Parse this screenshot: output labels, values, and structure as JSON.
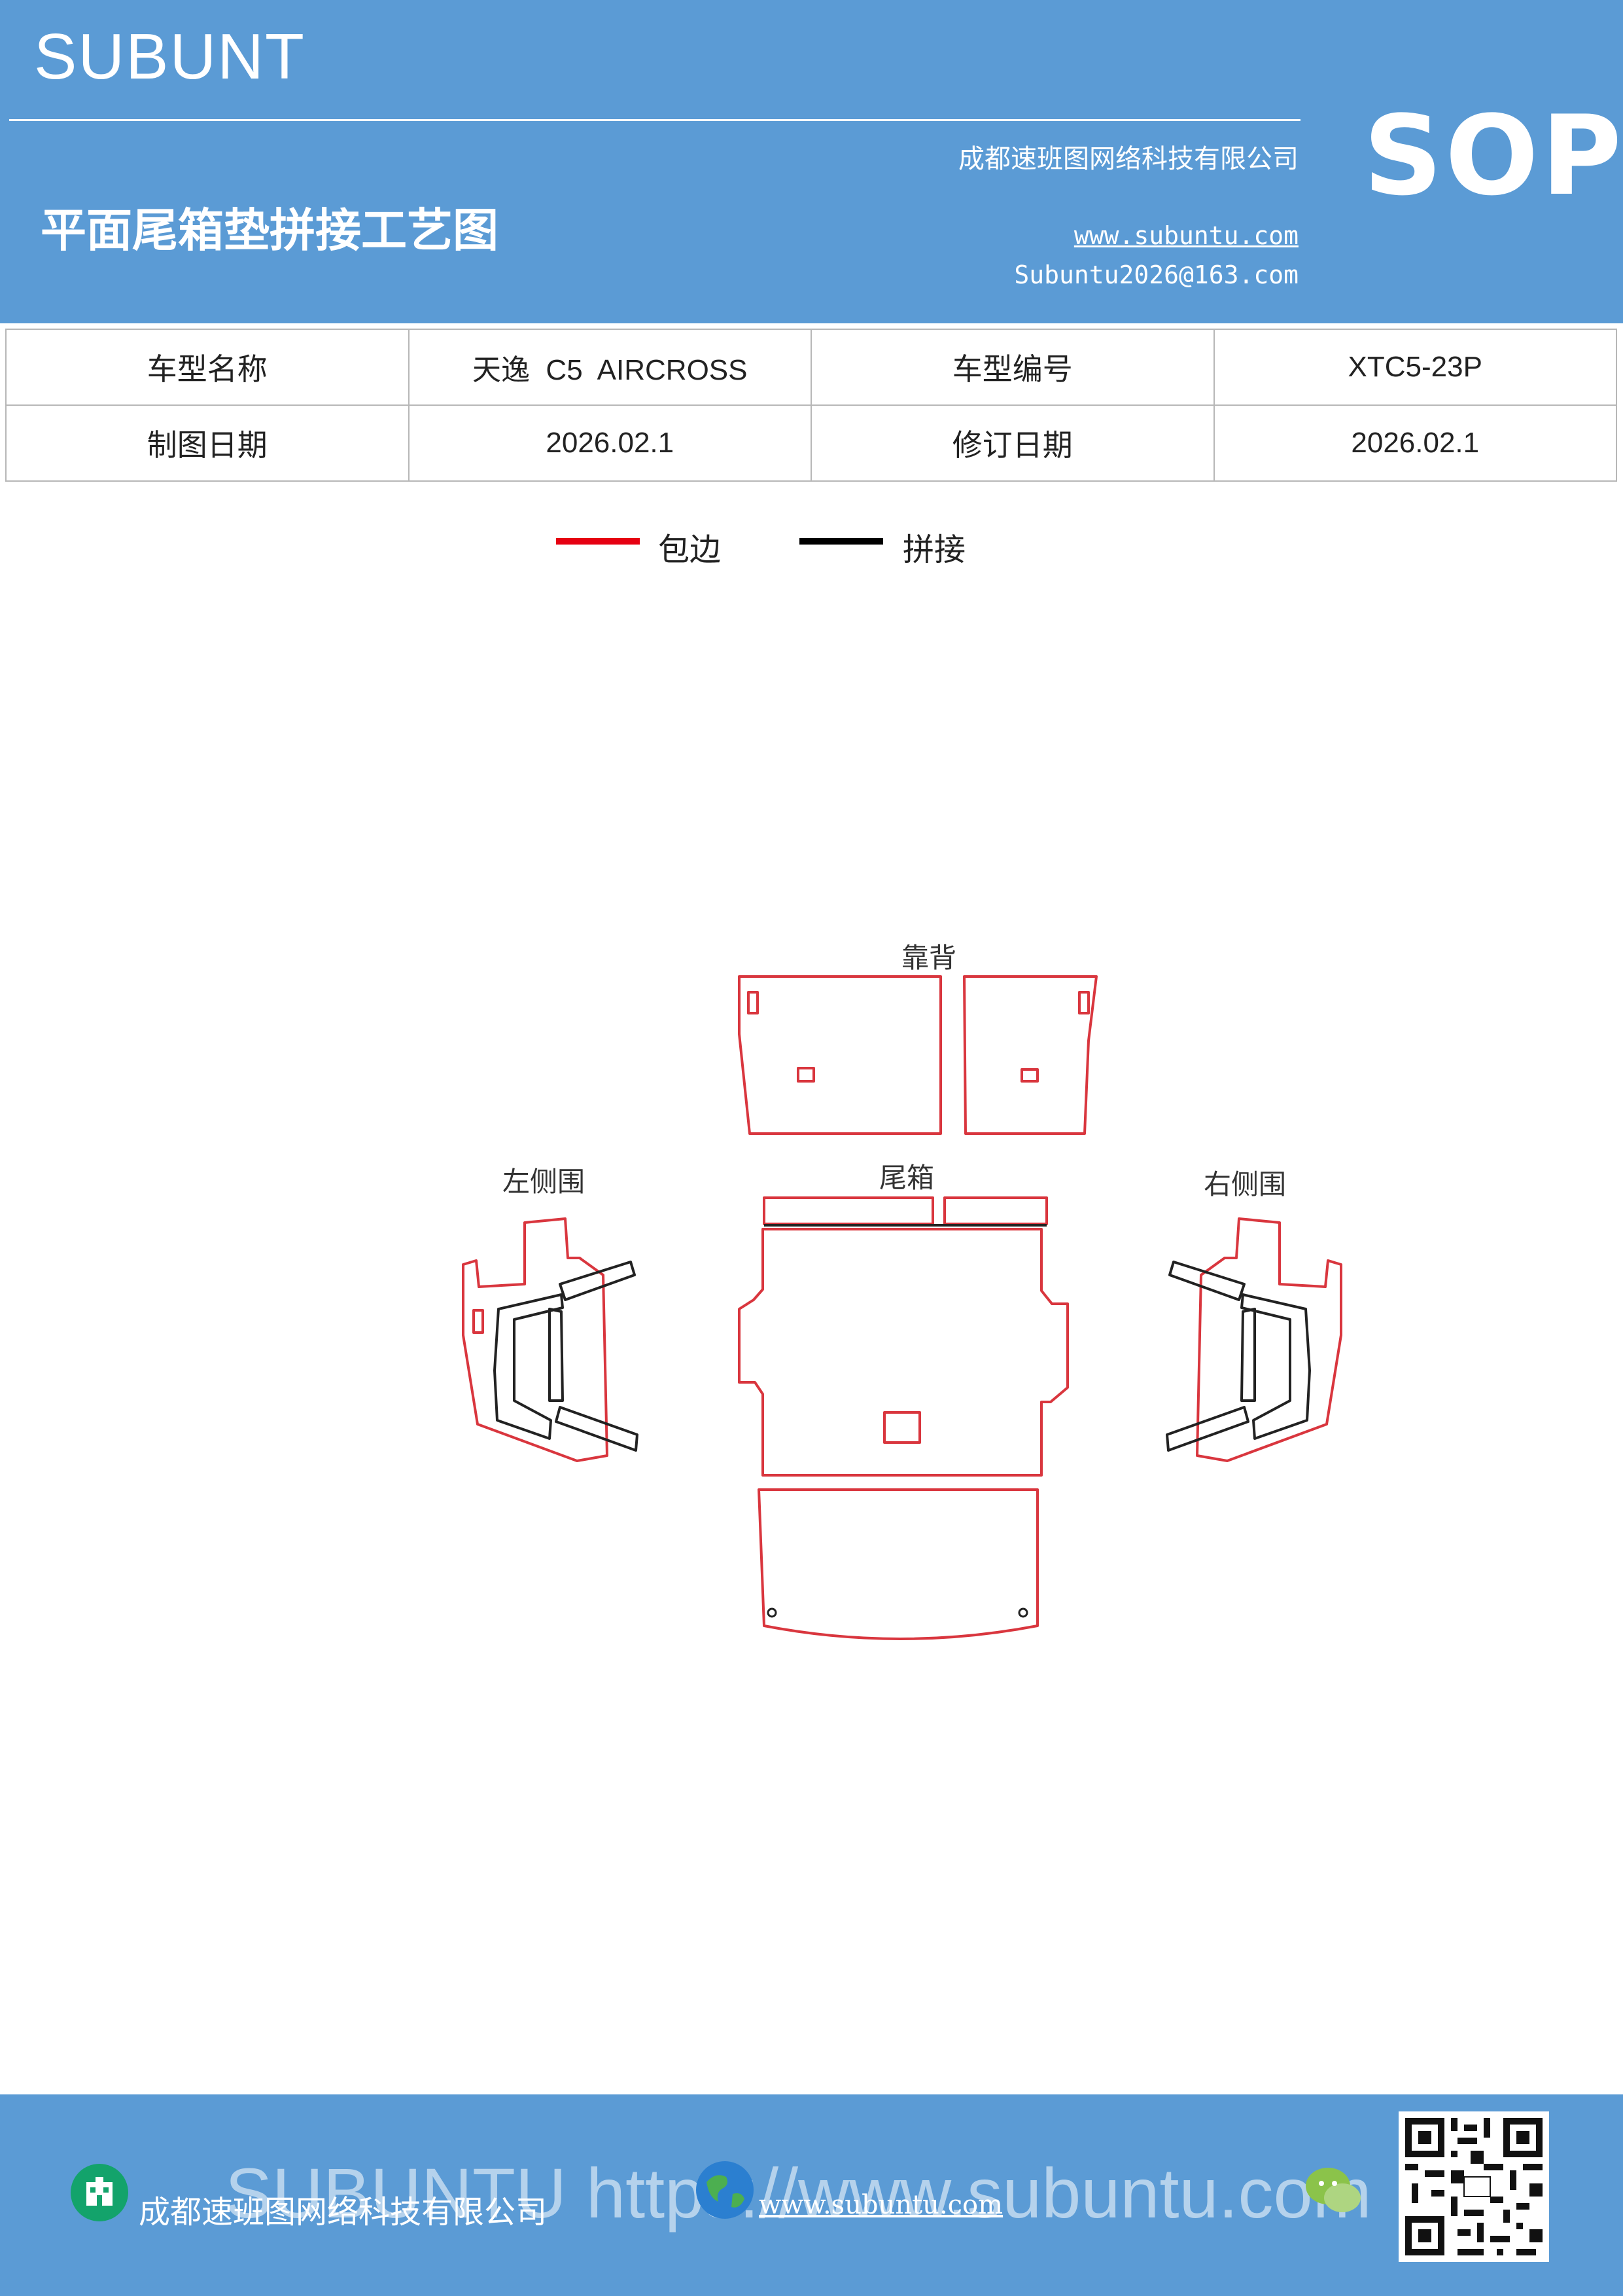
{
  "header": {
    "brand": "SUBUNT",
    "doc_title": "平面尾箱垫拼接工艺图",
    "company": "成都速班图网络科技有限公司",
    "website": "www.subuntu.com",
    "email": "Subuntu2026@163.com",
    "sop": "SOP"
  },
  "info_table": [
    [
      "车型名称",
      "天逸  C5  AIRCROSS",
      "车型编号",
      "XTC5-23P"
    ],
    [
      "制图日期",
      "2026.02.1",
      "修订日期",
      "2026.02.1"
    ]
  ],
  "legend": [
    {
      "label": "包边",
      "color": "#e60012"
    },
    {
      "label": "拼接",
      "color": "#000000"
    }
  ],
  "diagram": {
    "labels": {
      "backrest": "靠背",
      "left_side": "左侧围",
      "trunk": "尾箱",
      "right_side": "右侧围"
    },
    "edge_color": "#d9363e",
    "seam_color": "#222222"
  },
  "footer": {
    "company": "成都速班图网络科技有限公司",
    "website": "www.subuntu.com",
    "watermark": "SUBUNTU https://www.subuntu.com"
  },
  "icons": [
    "building-icon",
    "globe-icon",
    "wechat-icon",
    "qr-code"
  ]
}
